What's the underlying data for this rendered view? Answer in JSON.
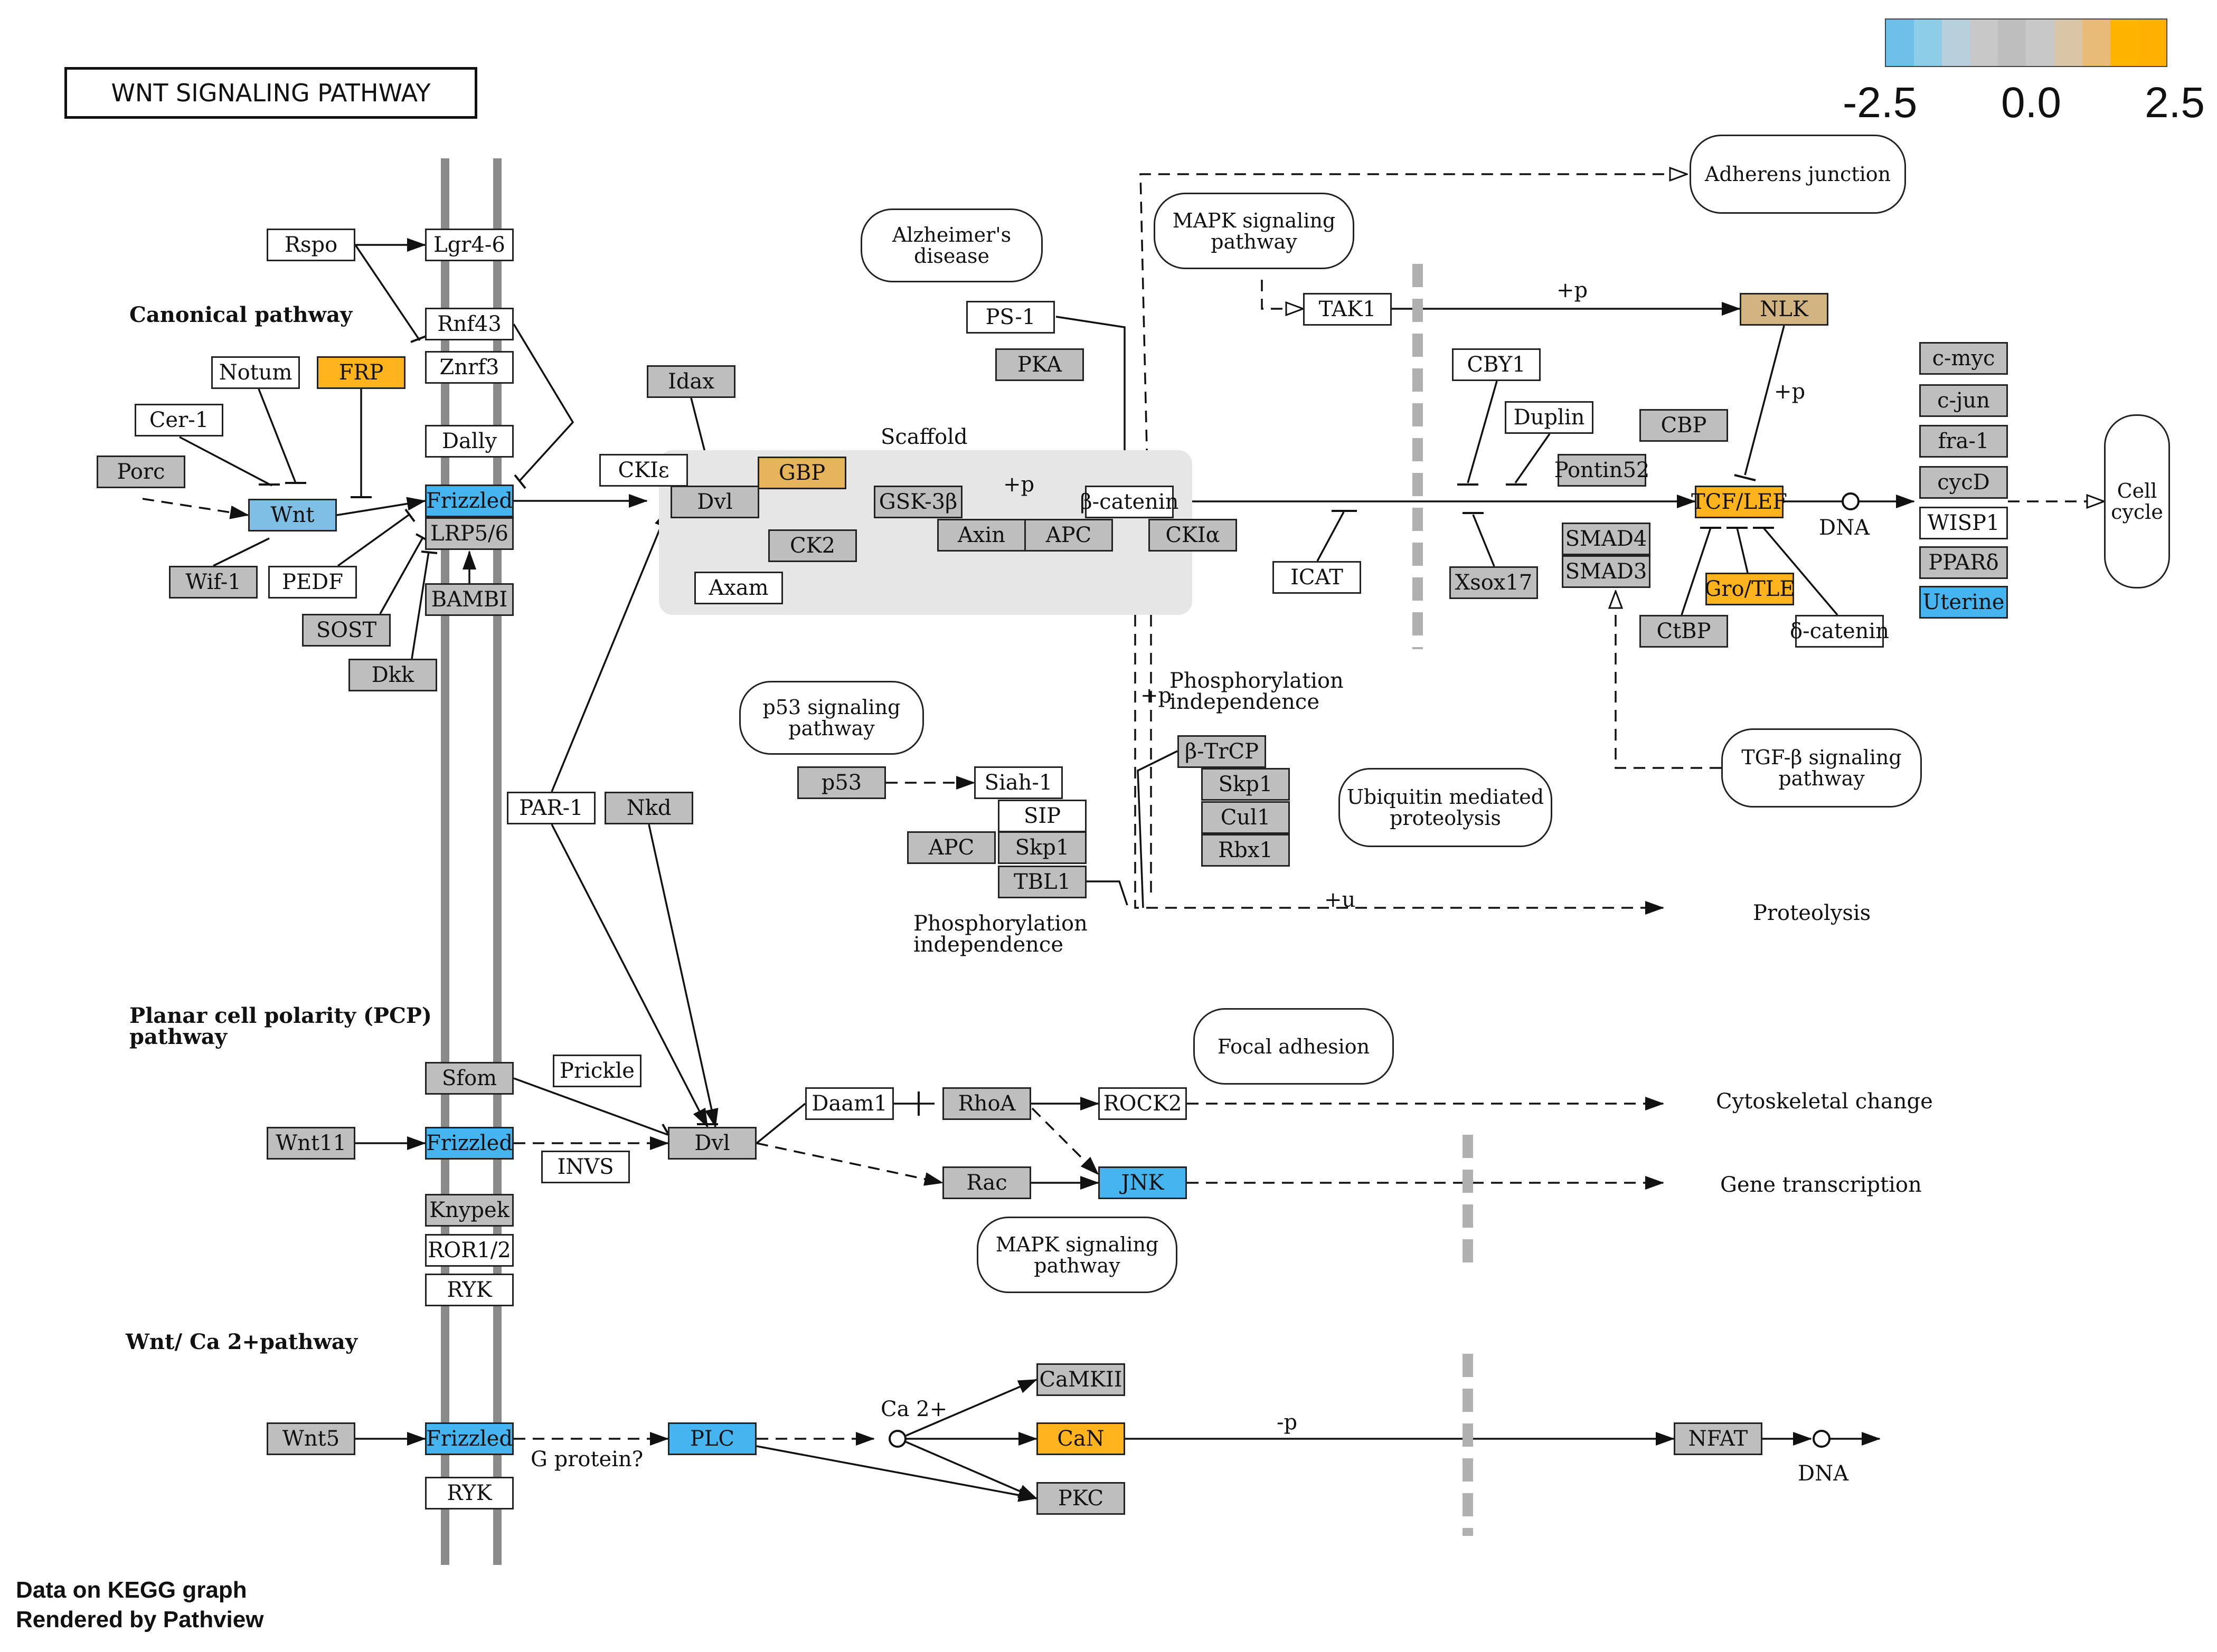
{
  "title": "WNT SIGNALING PATHWAY",
  "legend": {
    "ticks": [
      "-2.5",
      "0.0",
      "2.5"
    ],
    "colors": [
      "#6ec0e8",
      "#8ecde8",
      "#b8d0dc",
      "#c8c8c8",
      "#bebebe",
      "#c8c8c8",
      "#d8c6a6",
      "#e8bc78",
      "#ffb400",
      "#ffb000"
    ]
  },
  "colors": {
    "white": "#ffffff",
    "gray": "#bebebe",
    "blue": "#46b4ef",
    "lightblue": "#7fbfe6",
    "orange": "#ffb41e",
    "lightorange": "#e6b45a",
    "tan": "#d2b482"
  },
  "section_labels": {
    "canonical": "Canonical pathway",
    "pcp": "Planar cell polarity (PCP)\npathway",
    "ca": "Wnt/ Ca 2+pathway"
  },
  "labels": {
    "scaffold": "Scaffold",
    "phos_indep_1": "Phosphorylation\nindependence",
    "phos_indep_2": "Phosphorylation\nindependence",
    "proteolysis": "Proteolysis",
    "cytoskeletal": "Cytoskeletal change",
    "gene_transcription": "Gene transcription",
    "dna_1": "DNA",
    "dna_2": "DNA",
    "g_protein": "G protein?",
    "ca2": "Ca 2+",
    "plus_p_1": "+p",
    "plus_p_2": "+p",
    "plus_p_3": "+p",
    "plus_p_4": "+p",
    "plus_u": "+u",
    "minus_p": "-p"
  },
  "pathways": {
    "adherens": "Adherens junction",
    "alzheimers": "Alzheimer's\ndisease",
    "mapk1": "MAPK signaling\npathway",
    "cell_cycle": "Cell\ncycle",
    "p53": "p53 signaling\npathway",
    "ubiquitin": "Ubiquitin mediated\nproteolysis",
    "tgfb": "TGF-β signaling\npathway",
    "focal": "Focal adhesion",
    "mapk2": "MAPK signaling\npathway"
  },
  "nodes": {
    "rspo": "Rspo",
    "lgr": "Lgr4-6",
    "rnf43": "Rnf43",
    "znrf3": "Znrf3",
    "notum": "Notum",
    "frp": "FRP",
    "cer1": "Cer-1",
    "porc": "Porc",
    "wnt": "Wnt",
    "wif1": "Wif-1",
    "pedf": "PEDF",
    "sost": "SOST",
    "dkk": "Dkk",
    "dally": "Dally",
    "frizzled1": "Frizzled",
    "lrp": "LRP5/6",
    "bambi": "BAMBI",
    "idax": "Idax",
    "ckie": "CKIε",
    "gbp": "GBP",
    "dvl1": "Dvl",
    "ck2": "CK2",
    "axam": "Axam",
    "gsk3b": "GSK-3β",
    "axin": "Axin",
    "apc1": "APC",
    "bcatenin": "β-catenin",
    "ckia": "CKIα",
    "ps1": "PS-1",
    "pka": "PKA",
    "tak1": "TAK1",
    "nlk": "NLK",
    "icat": "ICAT",
    "cby1": "CBY1",
    "duplin": "Duplin",
    "cbp": "CBP",
    "pontin52": "Pontin52",
    "xsox17": "Xsox17",
    "smad4": "SMAD4",
    "smad3": "SMAD3",
    "tcflef": "TCF/LEF",
    "grotle": "Gro/TLE",
    "ctbp": "CtBP",
    "dcatenin": "δ-catenin",
    "cmyc": "c-myc",
    "cjun": "c-jun",
    "fra1": "fra-1",
    "cycd": "cycD",
    "wisp1": "WISP1",
    "ppard": "PPARδ",
    "uterine": "Uterine",
    "p53": "p53",
    "siah1": "Siah-1",
    "sip": "SIP",
    "apc2": "APC",
    "skp1a": "Skp1",
    "tbl1": "TBL1",
    "btrcp": "β-TrCP",
    "skp1b": "Skp1",
    "cul1": "Cul1",
    "rbx1": "Rbx1",
    "par1": "PAR-1",
    "nkd": "Nkd",
    "sfom": "Sfom",
    "prickle": "Prickle",
    "wnt11": "Wnt11",
    "frizzled2": "Frizzled",
    "invs": "INVS",
    "dvl2": "Dvl",
    "daam1": "Daam1",
    "rhoa": "RhoA",
    "rock2": "ROCK2",
    "rac": "Rac",
    "jnk": "JNK",
    "knypek": "Knypek",
    "ror12": "ROR1/2",
    "ryk1": "RYK",
    "wnt5": "Wnt5",
    "frizzled3": "Frizzled",
    "plc": "PLC",
    "camkii": "CaMKII",
    "can": "CaN",
    "pkc": "PKC",
    "nfat": "NFAT",
    "ryk2": "RYK"
  },
  "footer": {
    "line1": "Data on KEGG graph",
    "line2": "Rendered by Pathview"
  }
}
